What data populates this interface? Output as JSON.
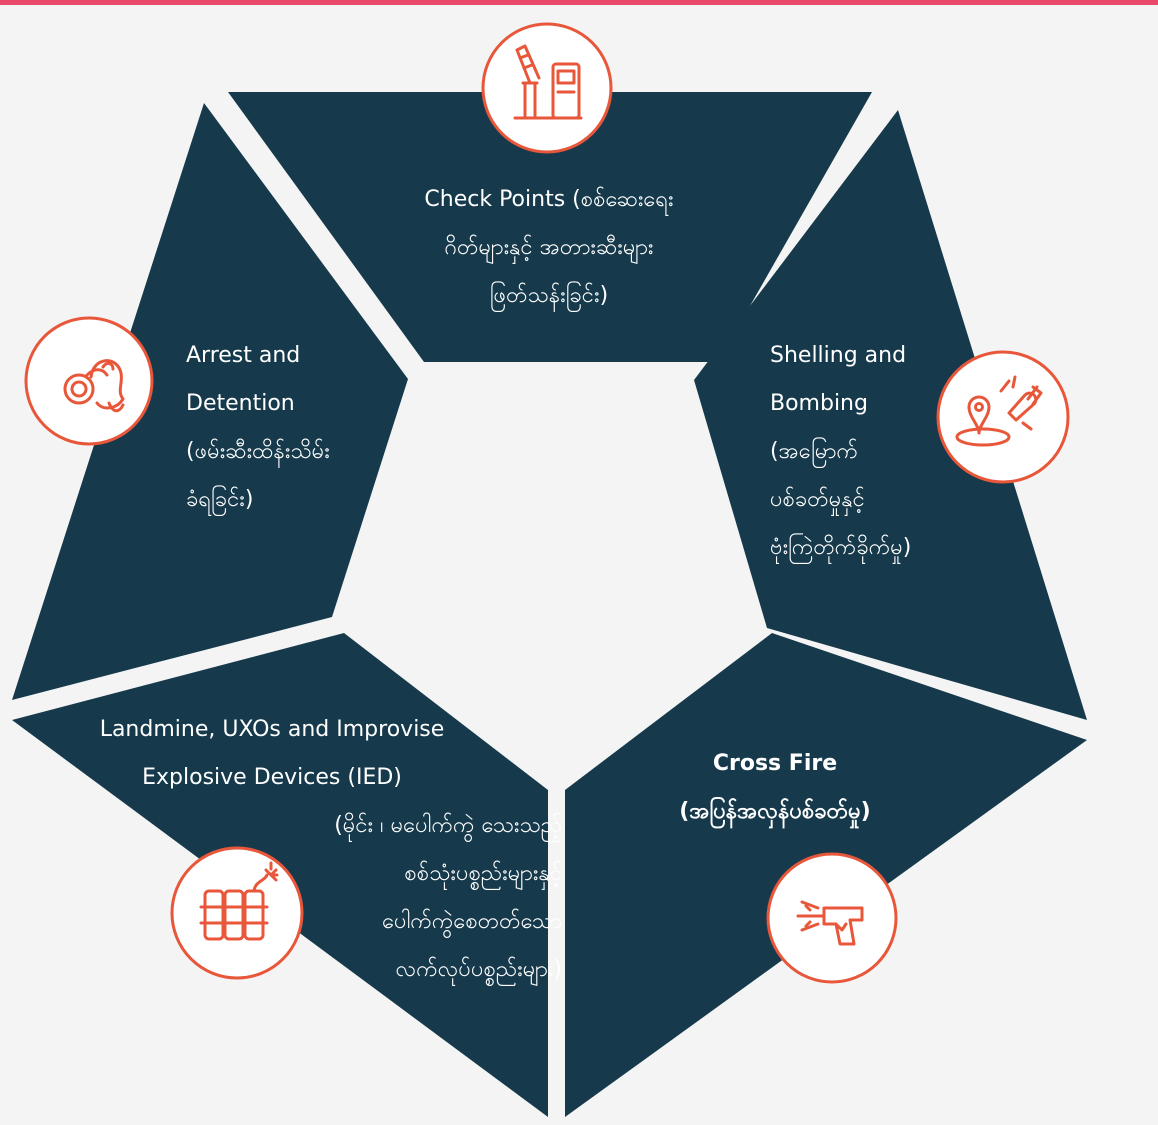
{
  "colors": {
    "segment": "#163a4c",
    "accent": "#e8573a",
    "background": "#f4f4f4",
    "top_rule": "#e8496a",
    "text": "#ffffff"
  },
  "segments": {
    "checkpoints": {
      "icon": "barrier-gate-icon",
      "lines": [
        "Check Points (စစ်ဆေးရေး",
        "ဂိတ်များနှင့် အတားဆီးများ",
        "ဖြတ်သန်းခြင်း)"
      ]
    },
    "shelling": {
      "icon": "bomb-location-icon",
      "lines": [
        "Shelling and",
        "Bombing",
        "(အမြောက်",
        "ပစ်ခတ်မှုနှင့်",
        "ဗုံးကြဲတိုက်ခိုက်မှု)"
      ]
    },
    "crossfire": {
      "icon": "gun-icon",
      "lines": [
        "Cross Fire",
        "(အပြန်အလှန်ပစ်ခတ်မှု)"
      ]
    },
    "landmine": {
      "icon": "explosives-icon",
      "lines": [
        "Landmine, UXOs and Improvise",
        "Explosive Devices (IED)",
        "(မိုင်း ၊ မပေါက်ကွဲ သေးသည့်",
        "စစ်သုံးပစ္စည်းများနှင့်",
        "ပေါက်ကွဲစေတတ်သော",
        "လက်လုပ်ပစ္စည်းများ)"
      ]
    },
    "arrest": {
      "icon": "handcuffs-icon",
      "lines": [
        "Arrest and",
        "Detention",
        "(ဖမ်းဆီးထိန်းသိမ်း",
        "ခံရခြင်း)"
      ]
    }
  }
}
